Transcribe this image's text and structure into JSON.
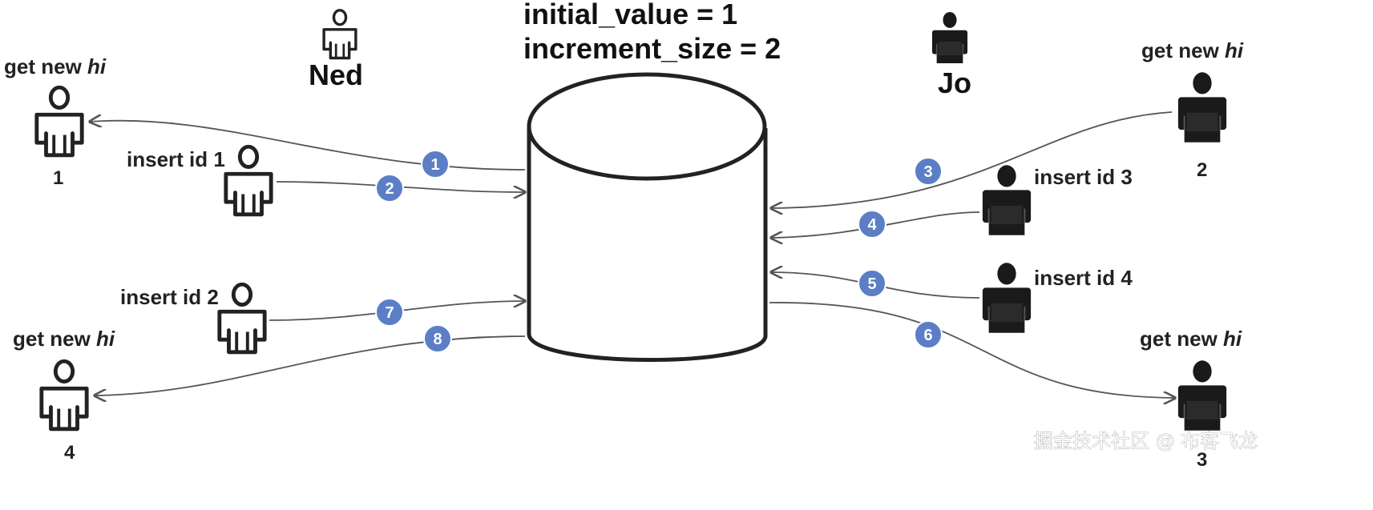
{
  "header": {
    "initial_value": "initial_value = 1",
    "increment_size": "increment_size = 2"
  },
  "users": {
    "ned": "Ned",
    "jo": "Jo"
  },
  "actions": {
    "get_new_prefix": "get new ",
    "hi": "hi",
    "insert_id_1": "insert id 1",
    "insert_id_2": "insert id 2",
    "insert_id_3": "insert id 3",
    "insert_id_4": "insert id 4"
  },
  "hi_values": {
    "left_top": "1",
    "left_bottom": "4",
    "right_top": "2",
    "right_bottom": "3"
  },
  "steps": [
    "1",
    "2",
    "3",
    "4",
    "5",
    "6",
    "7",
    "8"
  ],
  "colors": {
    "badge": "#5b7ec6",
    "arrow": "#555555",
    "outline": "#222222"
  },
  "watermark": "掘金技术社区 @ 布客飞龙"
}
